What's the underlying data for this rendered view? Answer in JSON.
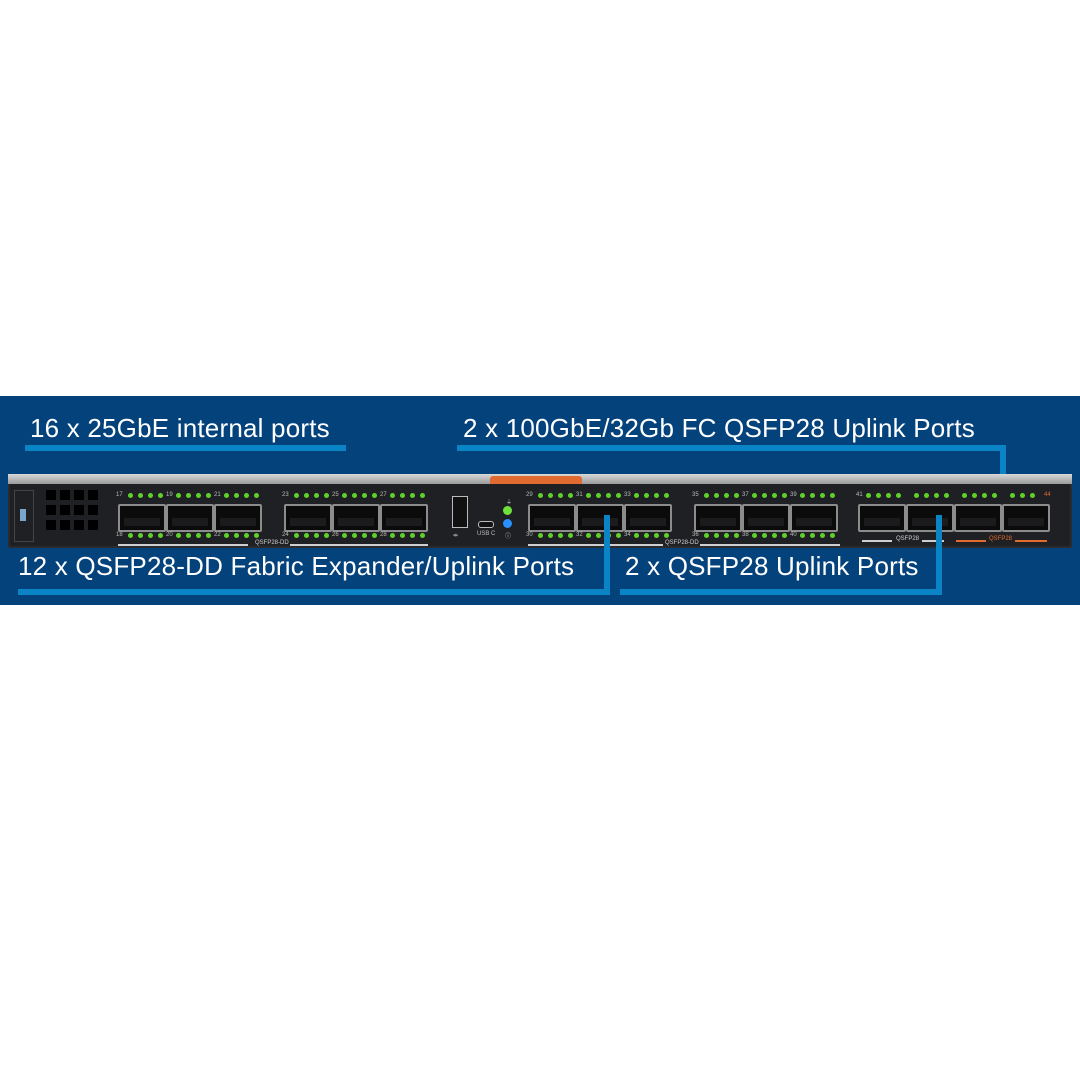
{
  "banner": {
    "background": "#04427c",
    "line_color": "#0a84c4",
    "labels": {
      "internal_ports": "16 x 25GbE internal ports",
      "fc_uplink": "2 x 100GbE/32Gb FC QSFP28 Uplink Ports",
      "fabric_expander": "12 x QSFP28-DD Fabric Expander/Uplink Ports",
      "qsfp28_uplink": "2 x QSFP28 Uplink Ports"
    }
  },
  "device": {
    "port_groups": [
      {
        "tag": "QSFP28-DD",
        "top_numbers": [
          "17",
          "19",
          "21"
        ],
        "bottom_numbers": [
          "18",
          "20",
          "22"
        ]
      },
      {
        "tag": "",
        "top_numbers": [
          "23",
          "25",
          "27"
        ],
        "bottom_numbers": [
          "24",
          "26",
          "28"
        ]
      },
      {
        "tag": "QSFP28-DD",
        "top_numbers": [
          "29",
          "31",
          "33"
        ],
        "bottom_numbers": [
          "30",
          "32",
          "34"
        ]
      },
      {
        "tag": "",
        "top_numbers": [
          "35",
          "37",
          "39"
        ],
        "bottom_numbers": [
          "36",
          "38",
          "40"
        ]
      }
    ],
    "uplink_group": {
      "start_number": "41",
      "end_number": "44",
      "tag_left": "QSFP28",
      "tag_right": "QSFP28",
      "tag_right_color": "#e06a30"
    },
    "usb_c_label": "USB C",
    "handle_color": "#e06a30",
    "led_color": "#5fd12a",
    "status_led_green": "#6ee23a",
    "status_led_blue": "#2a8fff"
  }
}
